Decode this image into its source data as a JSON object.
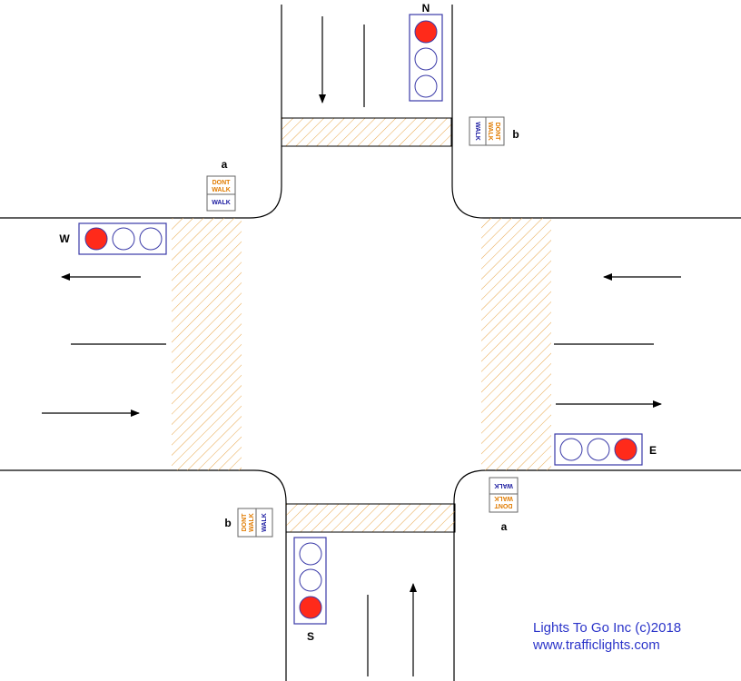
{
  "colors": {
    "road_line": "#000000",
    "signal_frame": "#3a3aa8",
    "lamp_on": "#ff2a1a",
    "crosswalk_hatch": "#e8a64a",
    "dont_walk": "#e07b00",
    "walk": "#1a1aa0",
    "credit_text": "#2b34c9"
  },
  "signals": {
    "north": {
      "label": "N",
      "lit": "red"
    },
    "south": {
      "label": "S",
      "lit": "red"
    },
    "west": {
      "label": "W",
      "lit": "red"
    },
    "east": {
      "label": "E",
      "lit": "red"
    }
  },
  "pedestrian_signals": {
    "dont_walk_line1": "DONT",
    "dont_walk_line2": "WALK",
    "walk": "WALK",
    "nw": {
      "group": "a"
    },
    "ne": {
      "group": "b"
    },
    "sw": {
      "group": "b"
    },
    "se": {
      "group": "a"
    }
  },
  "credit": {
    "company": "Lights To Go Inc (c)2018",
    "url": "www.trafficlights.com"
  }
}
